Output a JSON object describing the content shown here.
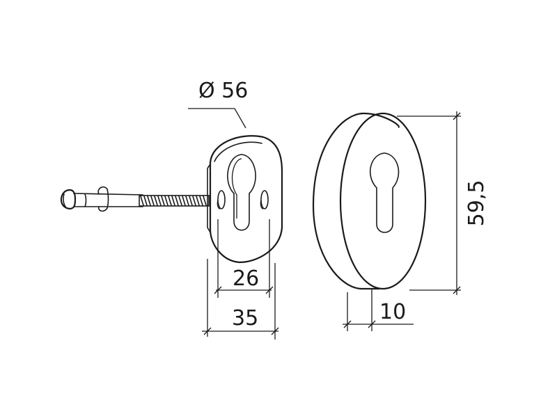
{
  "dimensions": {
    "diameter": "Ø 56",
    "hole_spacing": "26",
    "plate_width": "35",
    "rosette_height": "59,5",
    "rosette_depth": "10"
  }
}
